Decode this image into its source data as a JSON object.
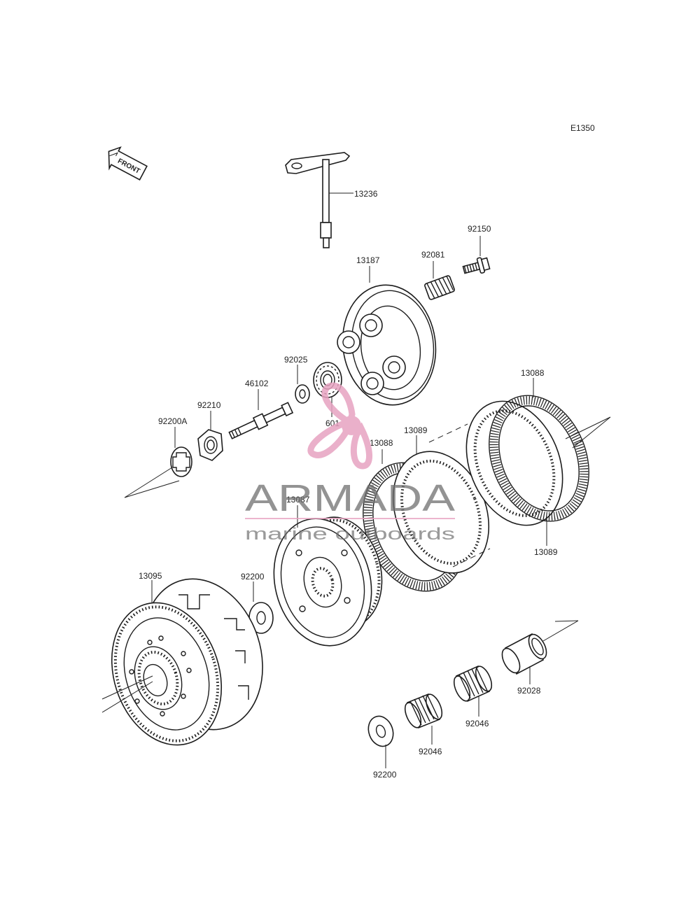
{
  "diagram_code": "E1350",
  "front_label": "FRONT",
  "labels": {
    "p13236": "13236",
    "p92150": "92150",
    "p13187": "13187",
    "p92081": "92081",
    "p92025": "92025",
    "p46102": "46102",
    "p92210": "92210",
    "p92200A": "92200A",
    "p601": "601",
    "p13088a": "13088",
    "p13088b": "13088",
    "p13089a": "13089",
    "p13089b": "13089",
    "p13087": "13087",
    "p13095": "13095",
    "p92200a": "92200",
    "p92200b": "92200",
    "p92028": "92028",
    "p92046a": "92046",
    "p92046b": "92046"
  },
  "watermark": {
    "brand": "ARMADA",
    "tagline": "marine outboards",
    "pink": "#e7a3c1",
    "gray": "#6f6f6f"
  }
}
